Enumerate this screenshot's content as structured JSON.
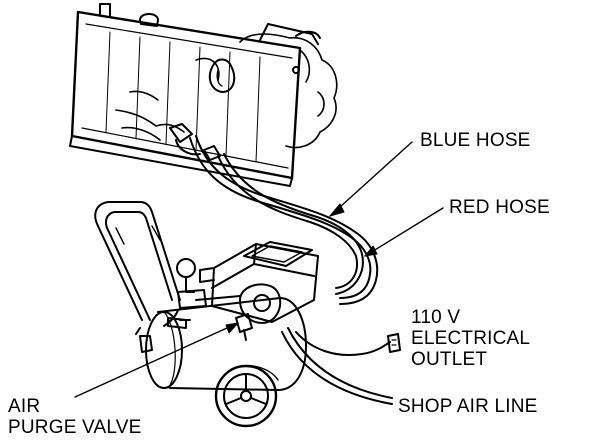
{
  "labels": {
    "blue_hose": "BLUE HOSE",
    "red_hose": "RED HOSE",
    "outlet_line1": "110 V",
    "outlet_line2": "ELECTRICAL",
    "outlet_line3": "OUTLET",
    "shop_air": "SHOP AIR LINE",
    "purge_line1": "AIR",
    "purge_line2": "PURGE VALVE"
  },
  "colors": {
    "ink": "#000000",
    "paper": "#ffffff"
  }
}
